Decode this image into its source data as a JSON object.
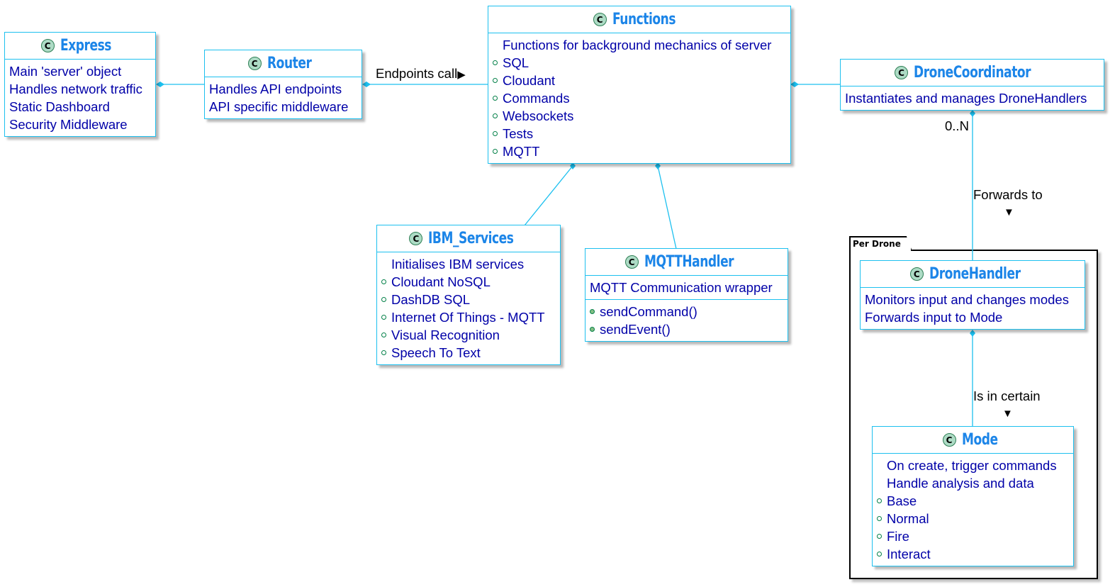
{
  "package": {
    "label": "Per Drone"
  },
  "classes": {
    "express": {
      "icon": "C",
      "name": "Express",
      "lines": [
        "Main 'server' object",
        "Handles network traffic",
        "Static Dashboard",
        "Security Middleware"
      ]
    },
    "router": {
      "icon": "C",
      "name": "Router",
      "lines": [
        "Handles API endpoints",
        "API specific middleware"
      ]
    },
    "functions": {
      "icon": "C",
      "name": "Functions",
      "lines": [
        "Functions for background mechanics of server",
        "SQL",
        "Cloudant",
        "Commands",
        "Websockets",
        "Tests",
        "MQTT"
      ]
    },
    "dronecoordinator": {
      "icon": "C",
      "name": "DroneCoordinator",
      "lines": [
        "Instantiates and manages DroneHandlers"
      ]
    },
    "ibm_services": {
      "icon": "C",
      "name": "IBM_Services",
      "lines": [
        "Initialises IBM services",
        "Cloudant NoSQL",
        "DashDB SQL",
        "Internet Of Things - MQTT",
        "Visual Recognition",
        "Speech To Text"
      ]
    },
    "mqtthandler": {
      "icon": "C",
      "name": "MQTTHandler",
      "fields": [
        "MQTT Communication wrapper"
      ],
      "methods": [
        "sendCommand()",
        "sendEvent()"
      ]
    },
    "dronehandler": {
      "icon": "C",
      "name": "DroneHandler",
      "lines": [
        "Monitors input and changes modes",
        "Forwards input to Mode"
      ]
    },
    "mode": {
      "icon": "C",
      "name": "Mode",
      "lines": [
        "On create, trigger commands",
        "Handle analysis and data",
        "Base",
        "Normal",
        "Fire",
        "Interact"
      ]
    }
  },
  "edges": {
    "router_functions": {
      "label": "Endpoints call",
      "arrow": "▶"
    },
    "coordinator_handler": {
      "label": "Forwards to",
      "arrow": "▼",
      "multiplicity": "0..N"
    },
    "handler_mode": {
      "label": "Is in certain",
      "arrow": "▼"
    }
  },
  "colors": {
    "border": "#1dc0ef",
    "class_name": "#1c85e8",
    "member_text": "#0000a8",
    "icon_fill": "#addbc5"
  }
}
